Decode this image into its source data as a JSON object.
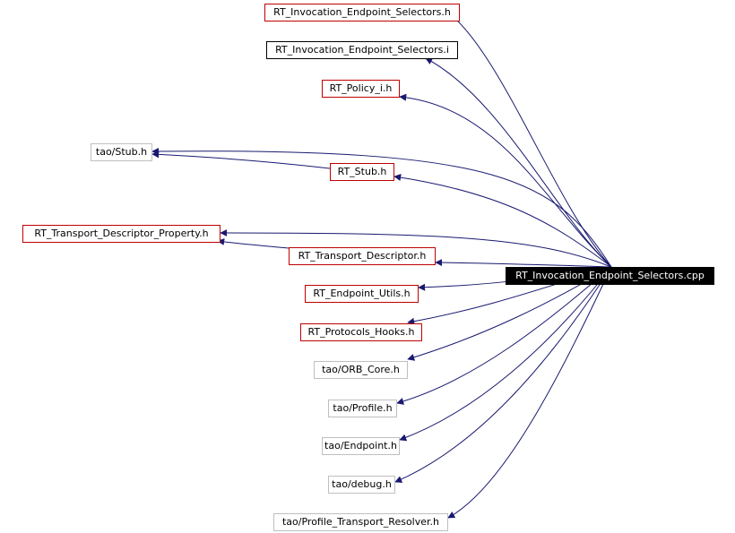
{
  "diagram": {
    "root": {
      "label": "RT_Invocation_Endpoint_Selectors.cpp"
    },
    "nodes": [
      {
        "id": "n1",
        "label": "RT_Invocation_Endpoint_Selectors.h"
      },
      {
        "id": "n2",
        "label": "RT_Invocation_Endpoint_Selectors.i"
      },
      {
        "id": "n3",
        "label": "RT_Policy_i.h"
      },
      {
        "id": "n4",
        "label": "tao/Stub.h"
      },
      {
        "id": "n5",
        "label": "RT_Stub.h"
      },
      {
        "id": "n6",
        "label": "RT_Transport_Descriptor_Property.h"
      },
      {
        "id": "n7",
        "label": "RT_Transport_Descriptor.h"
      },
      {
        "id": "n8",
        "label": "RT_Endpoint_Utils.h"
      },
      {
        "id": "n9",
        "label": "RT_Protocols_Hooks.h"
      },
      {
        "id": "n10",
        "label": "tao/ORB_Core.h"
      },
      {
        "id": "n11",
        "label": "tao/Profile.h"
      },
      {
        "id": "n12",
        "label": "tao/Endpoint.h"
      },
      {
        "id": "n13",
        "label": "tao/debug.h"
      },
      {
        "id": "n14",
        "label": "tao/Profile_Transport_Resolver.h"
      }
    ],
    "colors": {
      "edge": "#191970",
      "border_documented": "#bf0000",
      "border_plain": "#000000",
      "border_external": "#bfbfbf",
      "root_fill": "#000000",
      "root_text": "#ffffff"
    }
  }
}
